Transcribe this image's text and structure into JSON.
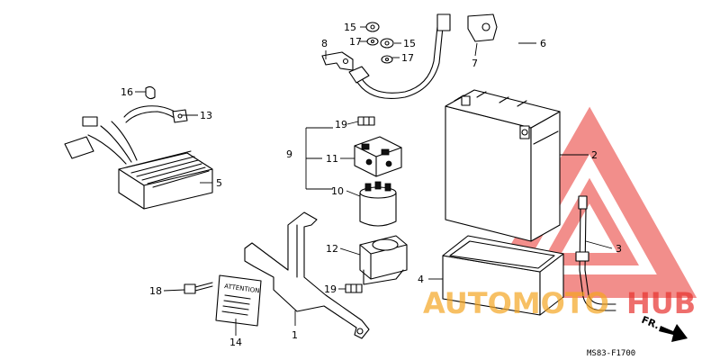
{
  "diagram": {
    "callouts": [
      {
        "id": "c1",
        "label": "1"
      },
      {
        "id": "c2",
        "label": "2"
      },
      {
        "id": "c3",
        "label": "3"
      },
      {
        "id": "c4",
        "label": "4"
      },
      {
        "id": "c5",
        "label": "5"
      },
      {
        "id": "c6",
        "label": "6"
      },
      {
        "id": "c7",
        "label": "7"
      },
      {
        "id": "c8",
        "label": "8"
      },
      {
        "id": "c9",
        "label": "9"
      },
      {
        "id": "c10",
        "label": "10"
      },
      {
        "id": "c11",
        "label": "11"
      },
      {
        "id": "c12",
        "label": "12"
      },
      {
        "id": "c13",
        "label": "13"
      },
      {
        "id": "c14",
        "label": "14"
      },
      {
        "id": "c15a",
        "label": "15"
      },
      {
        "id": "c15b",
        "label": "15"
      },
      {
        "id": "c16",
        "label": "16"
      },
      {
        "id": "c17a",
        "label": "17"
      },
      {
        "id": "c17b",
        "label": "17"
      },
      {
        "id": "c18",
        "label": "18"
      },
      {
        "id": "c19a",
        "label": "19"
      },
      {
        "id": "c19b",
        "label": "19"
      }
    ],
    "label_attention": "ATTENTION",
    "direction_label": "FR.",
    "drawing_code": "MS83-F1700"
  },
  "watermark": {
    "brand_part1": "AUTOMOTO",
    "brand_part2": "HUB",
    "colors": {
      "triangle": "#e8322e",
      "text_orange": "#f5a623",
      "text_red": "#e8322e"
    }
  }
}
